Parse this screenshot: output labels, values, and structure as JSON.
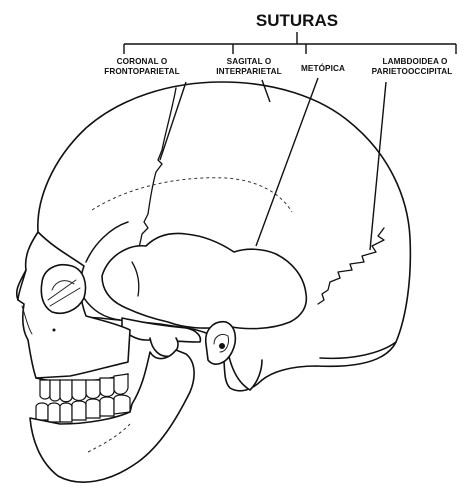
{
  "title": "SUTURAS",
  "labels": {
    "coronal_line1": "CORONAL O",
    "coronal_line2": "FRONTOPARIETAL",
    "sagital_line1": "SAGITAL O",
    "sagital_line2": "INTERPARIETAL",
    "metopica": "METÓPICA",
    "lambdoidea_line1": "LAMBDOIDEA O",
    "lambdoidea_line2": "PARIETOOCCIPITAL"
  },
  "colors": {
    "ink": "#111111",
    "paper": "#ffffff"
  }
}
